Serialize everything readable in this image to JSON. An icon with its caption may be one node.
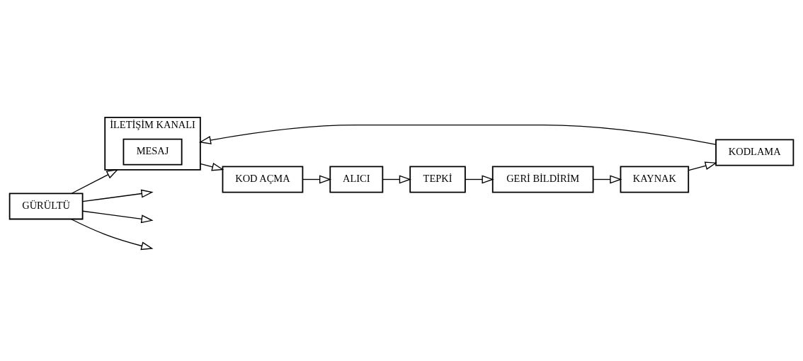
{
  "diagram": {
    "nodes": [
      {
        "text": [
          "KAYNAK"
        ]
      },
      {
        "text": [
          "KODLAMA"
        ]
      },
      {
        "text": [
          "İLETİŞİM KANALI"
        ]
      },
      {
        "text": [
          "MESAJ"
        ],
        "in": 2
      },
      {
        "text": [
          "KOD AÇMA"
        ]
      },
      {
        "text": [
          "ALICI"
        ]
      },
      {
        "text": [
          "GÜRÜLTÜ"
        ]
      },
      {
        "text": [
          "TEPKİ"
        ]
      },
      {
        "text": [
          "GERİ BİLDİRİM"
        ]
      }
    ],
    "edges": [
      {
        "from": 0,
        "to": 1,
        "arrow": "to"
      },
      {
        "from": 1,
        "to": 2,
        "arrow": "to"
      },
      {
        "from": 2,
        "to": 4,
        "arrow": "to"
      },
      {
        "from": 4,
        "to": 5,
        "arrow": "to"
      },
      {
        "from": 5,
        "to": 7,
        "arrow": "to"
      },
      {
        "from": 7,
        "to": 8,
        "arrow": "to"
      },
      {
        "from": 8,
        "to": 0,
        "arrow": "to"
      },
      {
        "from": 6,
        "to": 2,
        "arrow": "to"
      },
      {
        "from": 6,
        "to": null,
        "arrow": "to"
      },
      {
        "from": 6,
        "to": null,
        "arrow": "to"
      },
      {
        "from": 6,
        "to": null,
        "arrow": "to"
      }
    ]
  }
}
